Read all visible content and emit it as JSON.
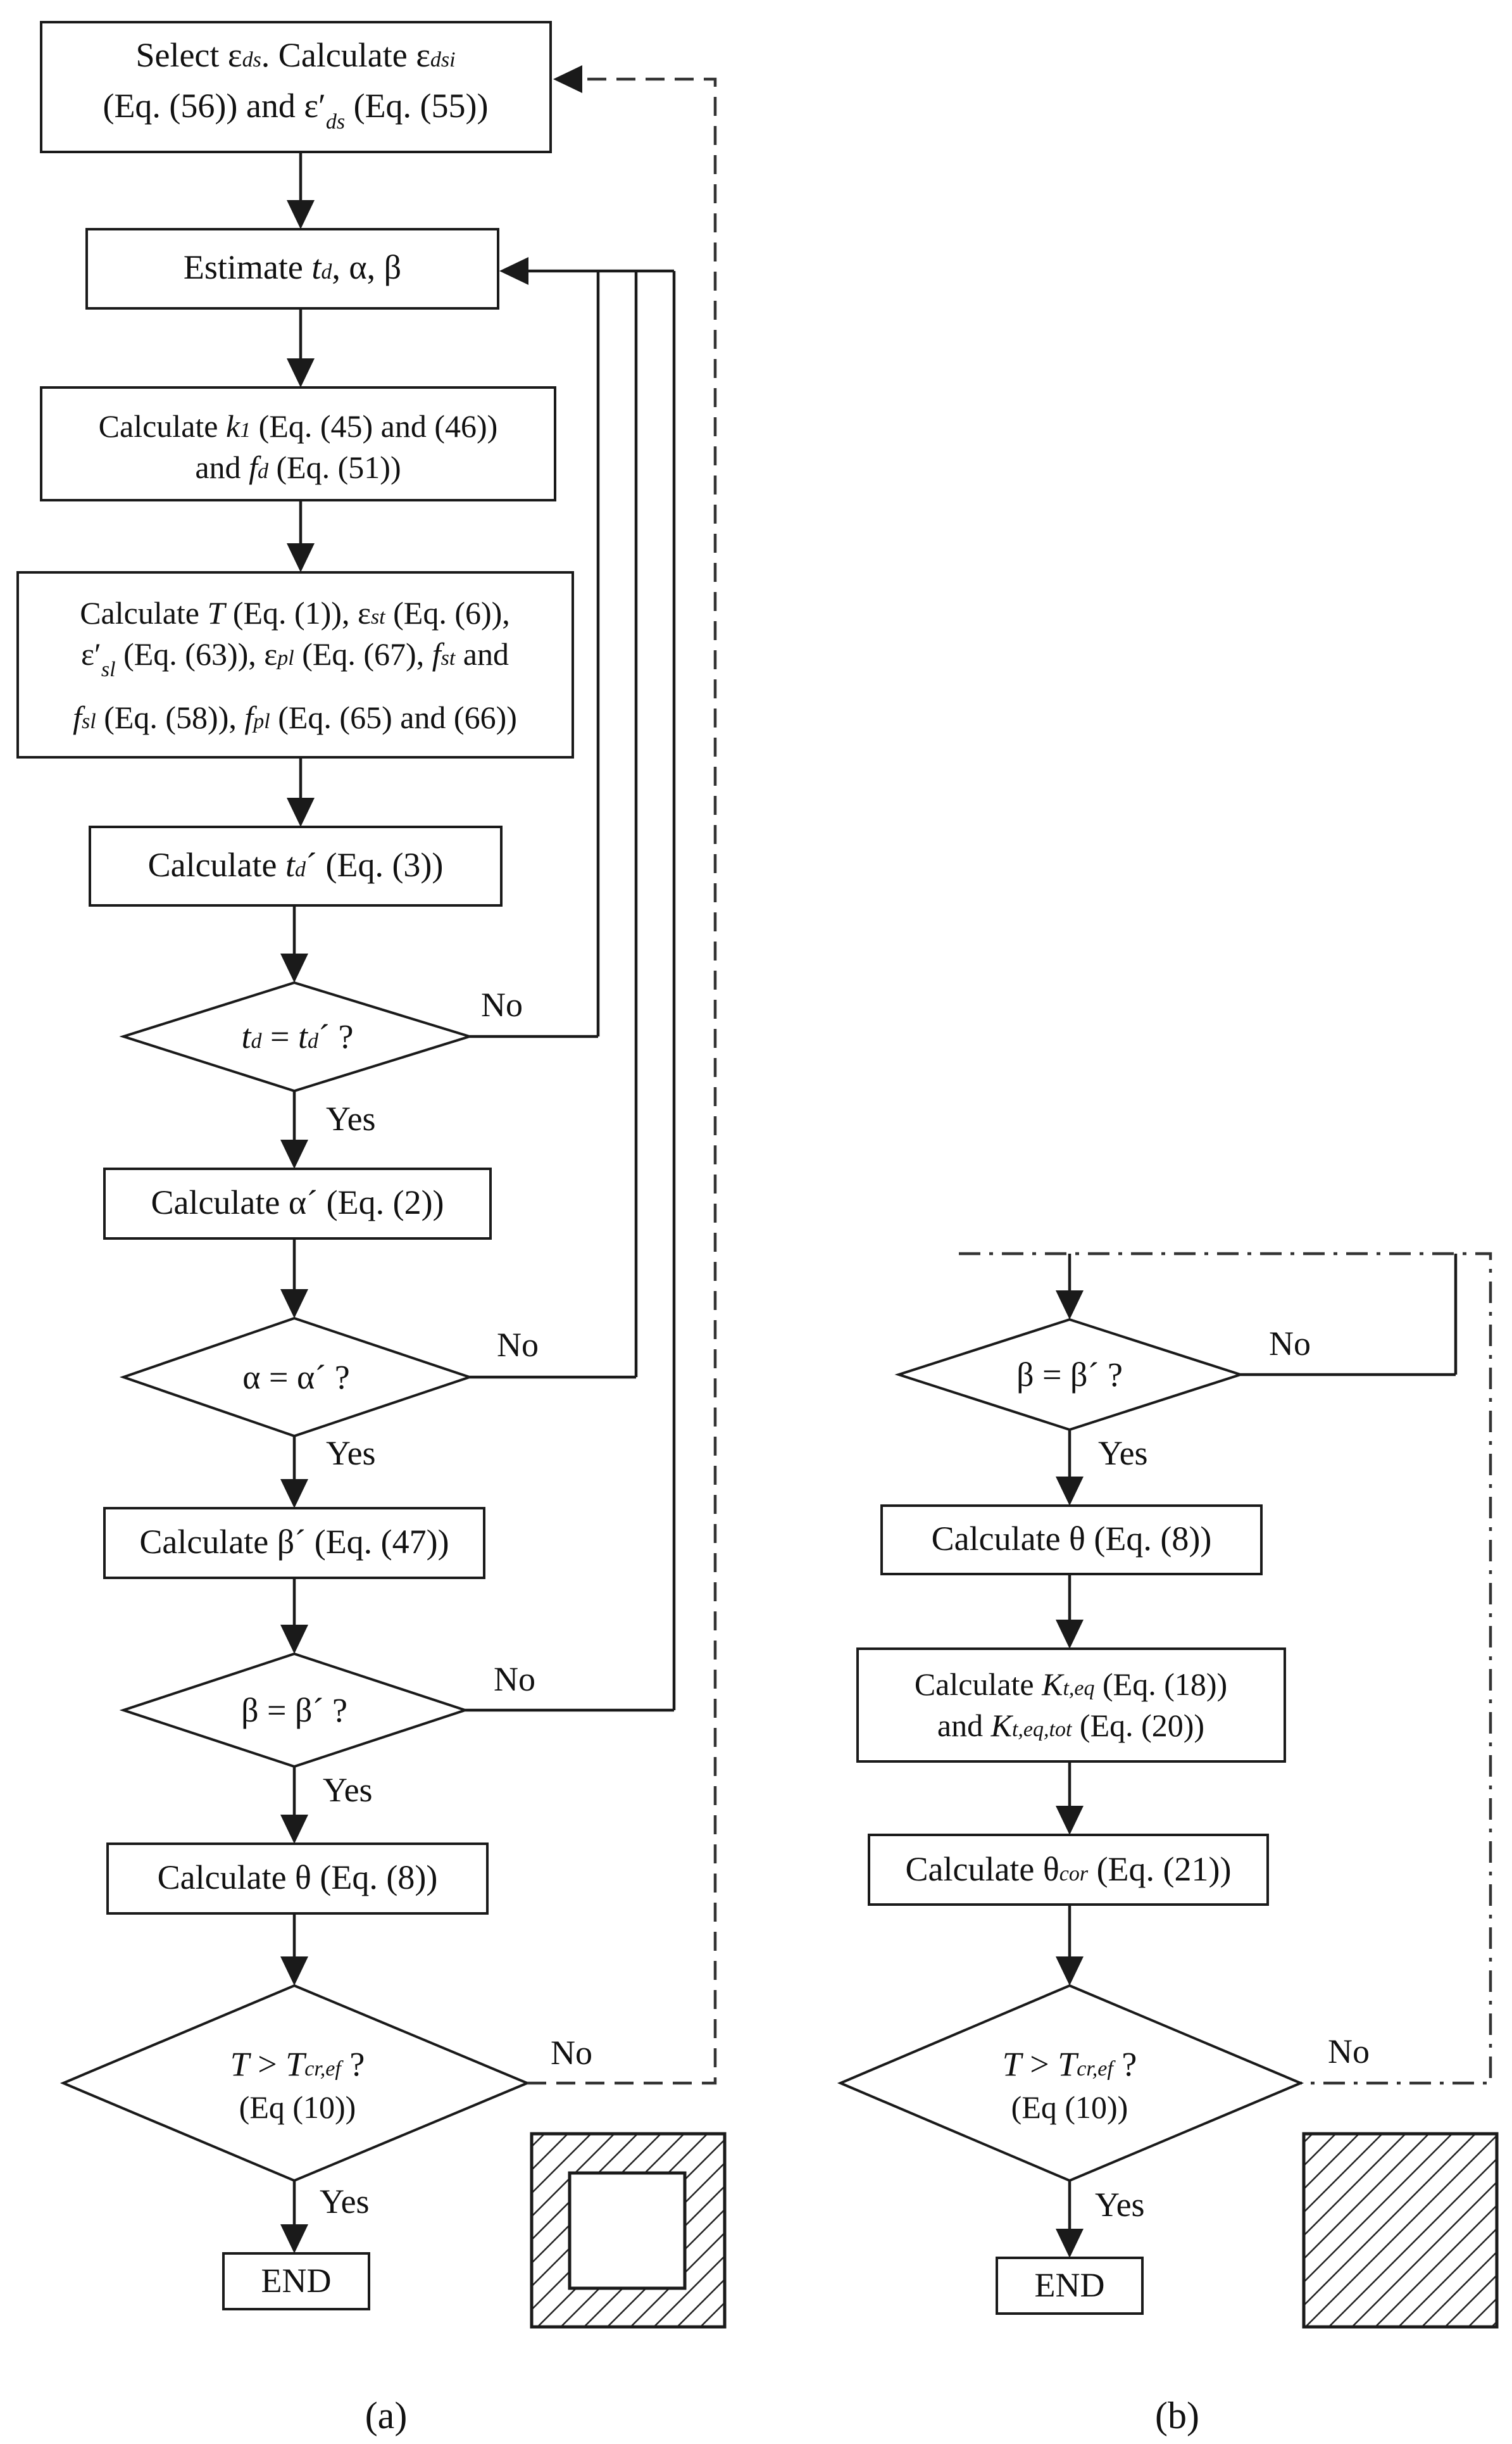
{
  "panel_a": {
    "box1": {
      "line1_select": "Select ε",
      "line1_sub1": "ds",
      "line1_calc": ". Calculate ε",
      "line1_sub2": "dsi",
      "line2_a": "(Eq. (56)) and ",
      "line2_eps": "ε′",
      "line2_sub": "ds",
      "line2_b": " (Eq. (55))"
    },
    "box2": {
      "a": "Estimate ",
      "t": "t",
      "sub": "d",
      "b": ", α, β"
    },
    "box3": {
      "l1_a": "Calculate ",
      "l1_k": "k",
      "l1_sub": "1",
      "l1_b": " (Eq. (45) and (46))",
      "l2_a": "and ",
      "l2_f": "f",
      "l2_sub": "d",
      "l2_b": " (Eq. (51))"
    },
    "box4": {
      "l1_a": "Calculate ",
      "l1_T": "T",
      "l1_b": " (Eq. (1)), ε",
      "l1_sub": "st",
      "l1_c": " (Eq. (6)),",
      "l2_eps": "ε′",
      "l2_sub": "sl",
      "l2_a": " (Eq. (63)), ε",
      "l2_sub2": "pl",
      "l2_b": " (Eq. (67), ",
      "l2_f": "f",
      "l2_sub3": "st",
      "l2_c": " and",
      "l3_f": "f",
      "l3_sub": "sl",
      "l3_a": " (Eq. (58)), ",
      "l3_f2": "f",
      "l3_sub2": "pl",
      "l3_b": " (Eq. (65) and (66))"
    },
    "box5": {
      "a": "Calculate ",
      "t": "t",
      "sub": "d",
      "b": "´ (Eq. (3))"
    },
    "dec1": {
      "t1": "t",
      "sub1": "d",
      "eq": " = ",
      "t2": "t",
      "sub2": "d",
      "b": "´ ?"
    },
    "box6": "Calculate α´ (Eq. (2))",
    "dec2": "α = α´ ?",
    "box7": "Calculate β´ (Eq. (47))",
    "dec3": "β = β´ ?",
    "box8": "Calculate θ (Eq. (8))",
    "dec4": {
      "T": "T",
      "gt": " > ",
      "T2": "T",
      "sub": "cr,ef",
      "q": " ?",
      "line2": "(Eq (10))"
    },
    "end": "END",
    "yes": "Yes",
    "no": "No",
    "caption": "(a)"
  },
  "panel_b": {
    "dec1": "β = β´ ?",
    "box1": "Calculate θ (Eq. (8))",
    "box2": {
      "l1_a": "Calculate ",
      "l1_K": "K",
      "l1_sub": "t,eq",
      "l1_b": " (Eq. (18))",
      "l2_a": "and ",
      "l2_K": "K",
      "l2_sub": "t,eq,tot",
      "l2_b": " (Eq. (20))"
    },
    "box3": {
      "a": "Calculate θ",
      "sub": "cor",
      "b": " (Eq. (21))"
    },
    "dec2": {
      "T": "T",
      "gt": " > ",
      "T2": "T",
      "sub": "cr,ef",
      "q": " ?",
      "line2": "(Eq (10))"
    },
    "end": "END",
    "yes": "Yes",
    "no": "No",
    "caption": "(b)"
  }
}
